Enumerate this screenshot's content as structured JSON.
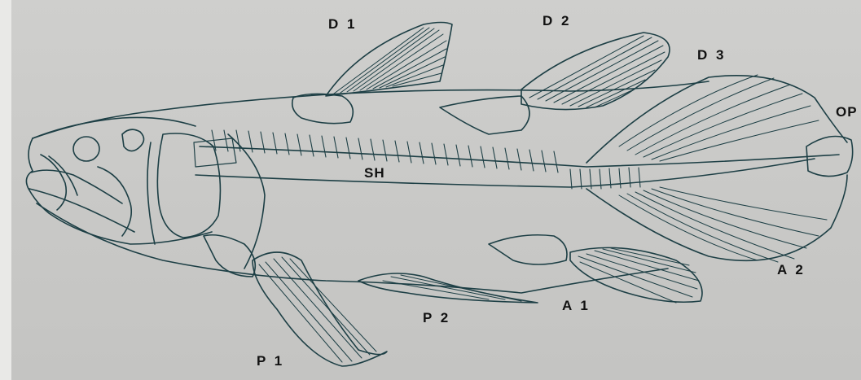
{
  "labels": {
    "d1": "D 1",
    "d2": "D 2",
    "d3": "D 3",
    "op": "OP",
    "sh": "SH",
    "a1": "A 1",
    "a2": "A 2",
    "p1": "P 1",
    "p2": "P 2"
  },
  "colors": {
    "ink": "#1d3f45",
    "paper": "#cbcbc9"
  }
}
